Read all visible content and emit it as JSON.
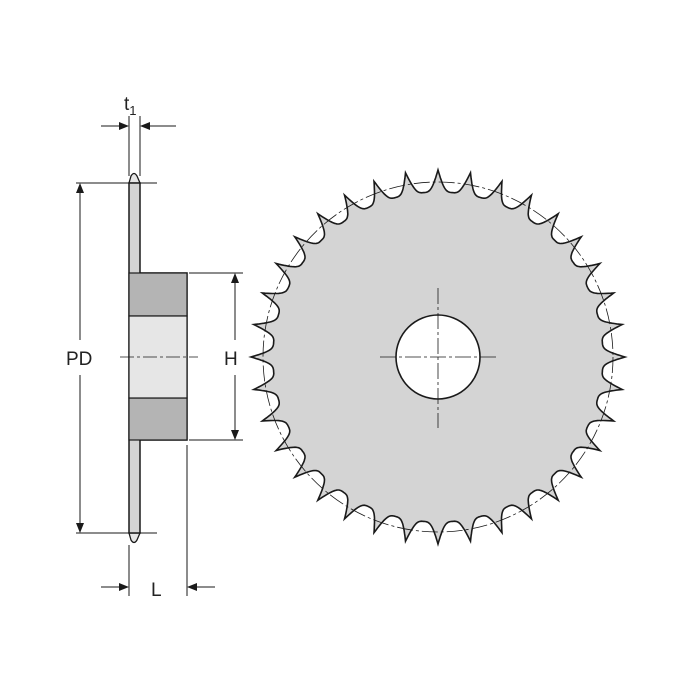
{
  "labels": {
    "t1_main": "t",
    "t1_sub": "1",
    "pitch_diameter": "PD",
    "hub_diameter": "H",
    "hub_length": "L"
  },
  "sprocket": {
    "teeth_count": 36
  },
  "colors": {
    "body_fill": "#d4d4d4",
    "hub_fill": "#b4b4b4",
    "bore_fill": "#e6e6e6",
    "line": "#1a1a1a"
  }
}
